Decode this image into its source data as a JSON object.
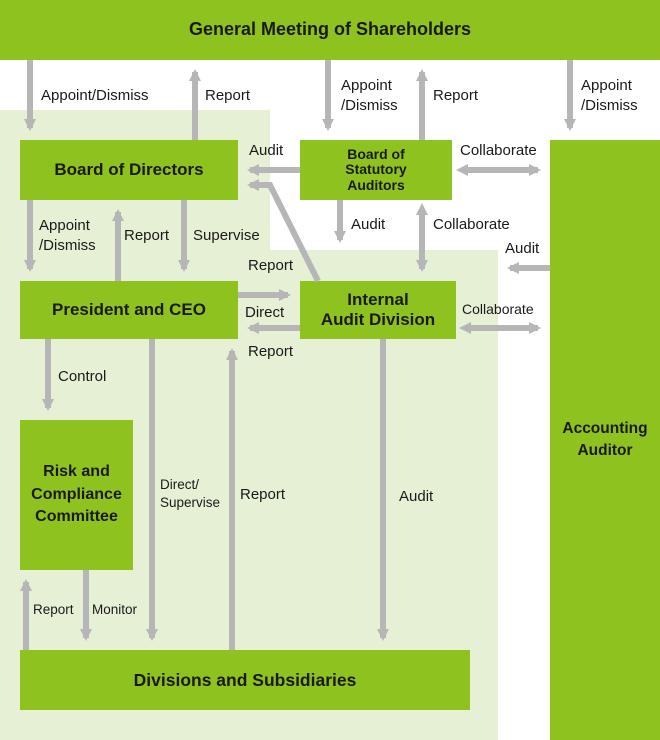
{
  "colors": {
    "box": "#8dc21f",
    "panel": "#e6f0d4",
    "arrow": "#b6b6b6"
  },
  "boxes": {
    "shareholders": "General Meeting of Shareholders",
    "board_directors": "Board of Directors",
    "statutory_auditors": "Board of\nStatutory\nAuditors",
    "accounting_auditor": "Accounting\nAuditor",
    "president": "President and CEO",
    "internal_audit": "Internal\nAudit Division",
    "risk": "Risk and\nCompliance\nCommittee",
    "divisions": "Divisions and Subsidiaries"
  },
  "labels": {
    "appoint_bod": "Appoint/Dismiss",
    "report_bod_gms": "Report",
    "appoint_bsa": "Appoint\n/Dismiss",
    "report_bsa_gms": "Report",
    "appoint_aa": "Appoint\n/Dismiss",
    "audit_bsa_bod": "Audit",
    "collab_bsa_aa": "Collaborate",
    "appoint_pres": "Appoint\n/Dismiss",
    "report_pres_bod": "Report",
    "supervise": "Supervise",
    "audit_bsa_iad": "Audit",
    "collab_bsa_iad": "Collaborate",
    "audit_aa_iad": "Audit",
    "report_iad_bod": "Report",
    "direct": "Direct",
    "report_iad_pres": "Report",
    "collab_iad_aa": "Collaborate",
    "control": "Control",
    "direct_supervise": "Direct/\nSupervise",
    "report_div_pres": "Report",
    "audit_iad_div": "Audit",
    "report_div_risk": "Report",
    "monitor": "Monitor"
  }
}
